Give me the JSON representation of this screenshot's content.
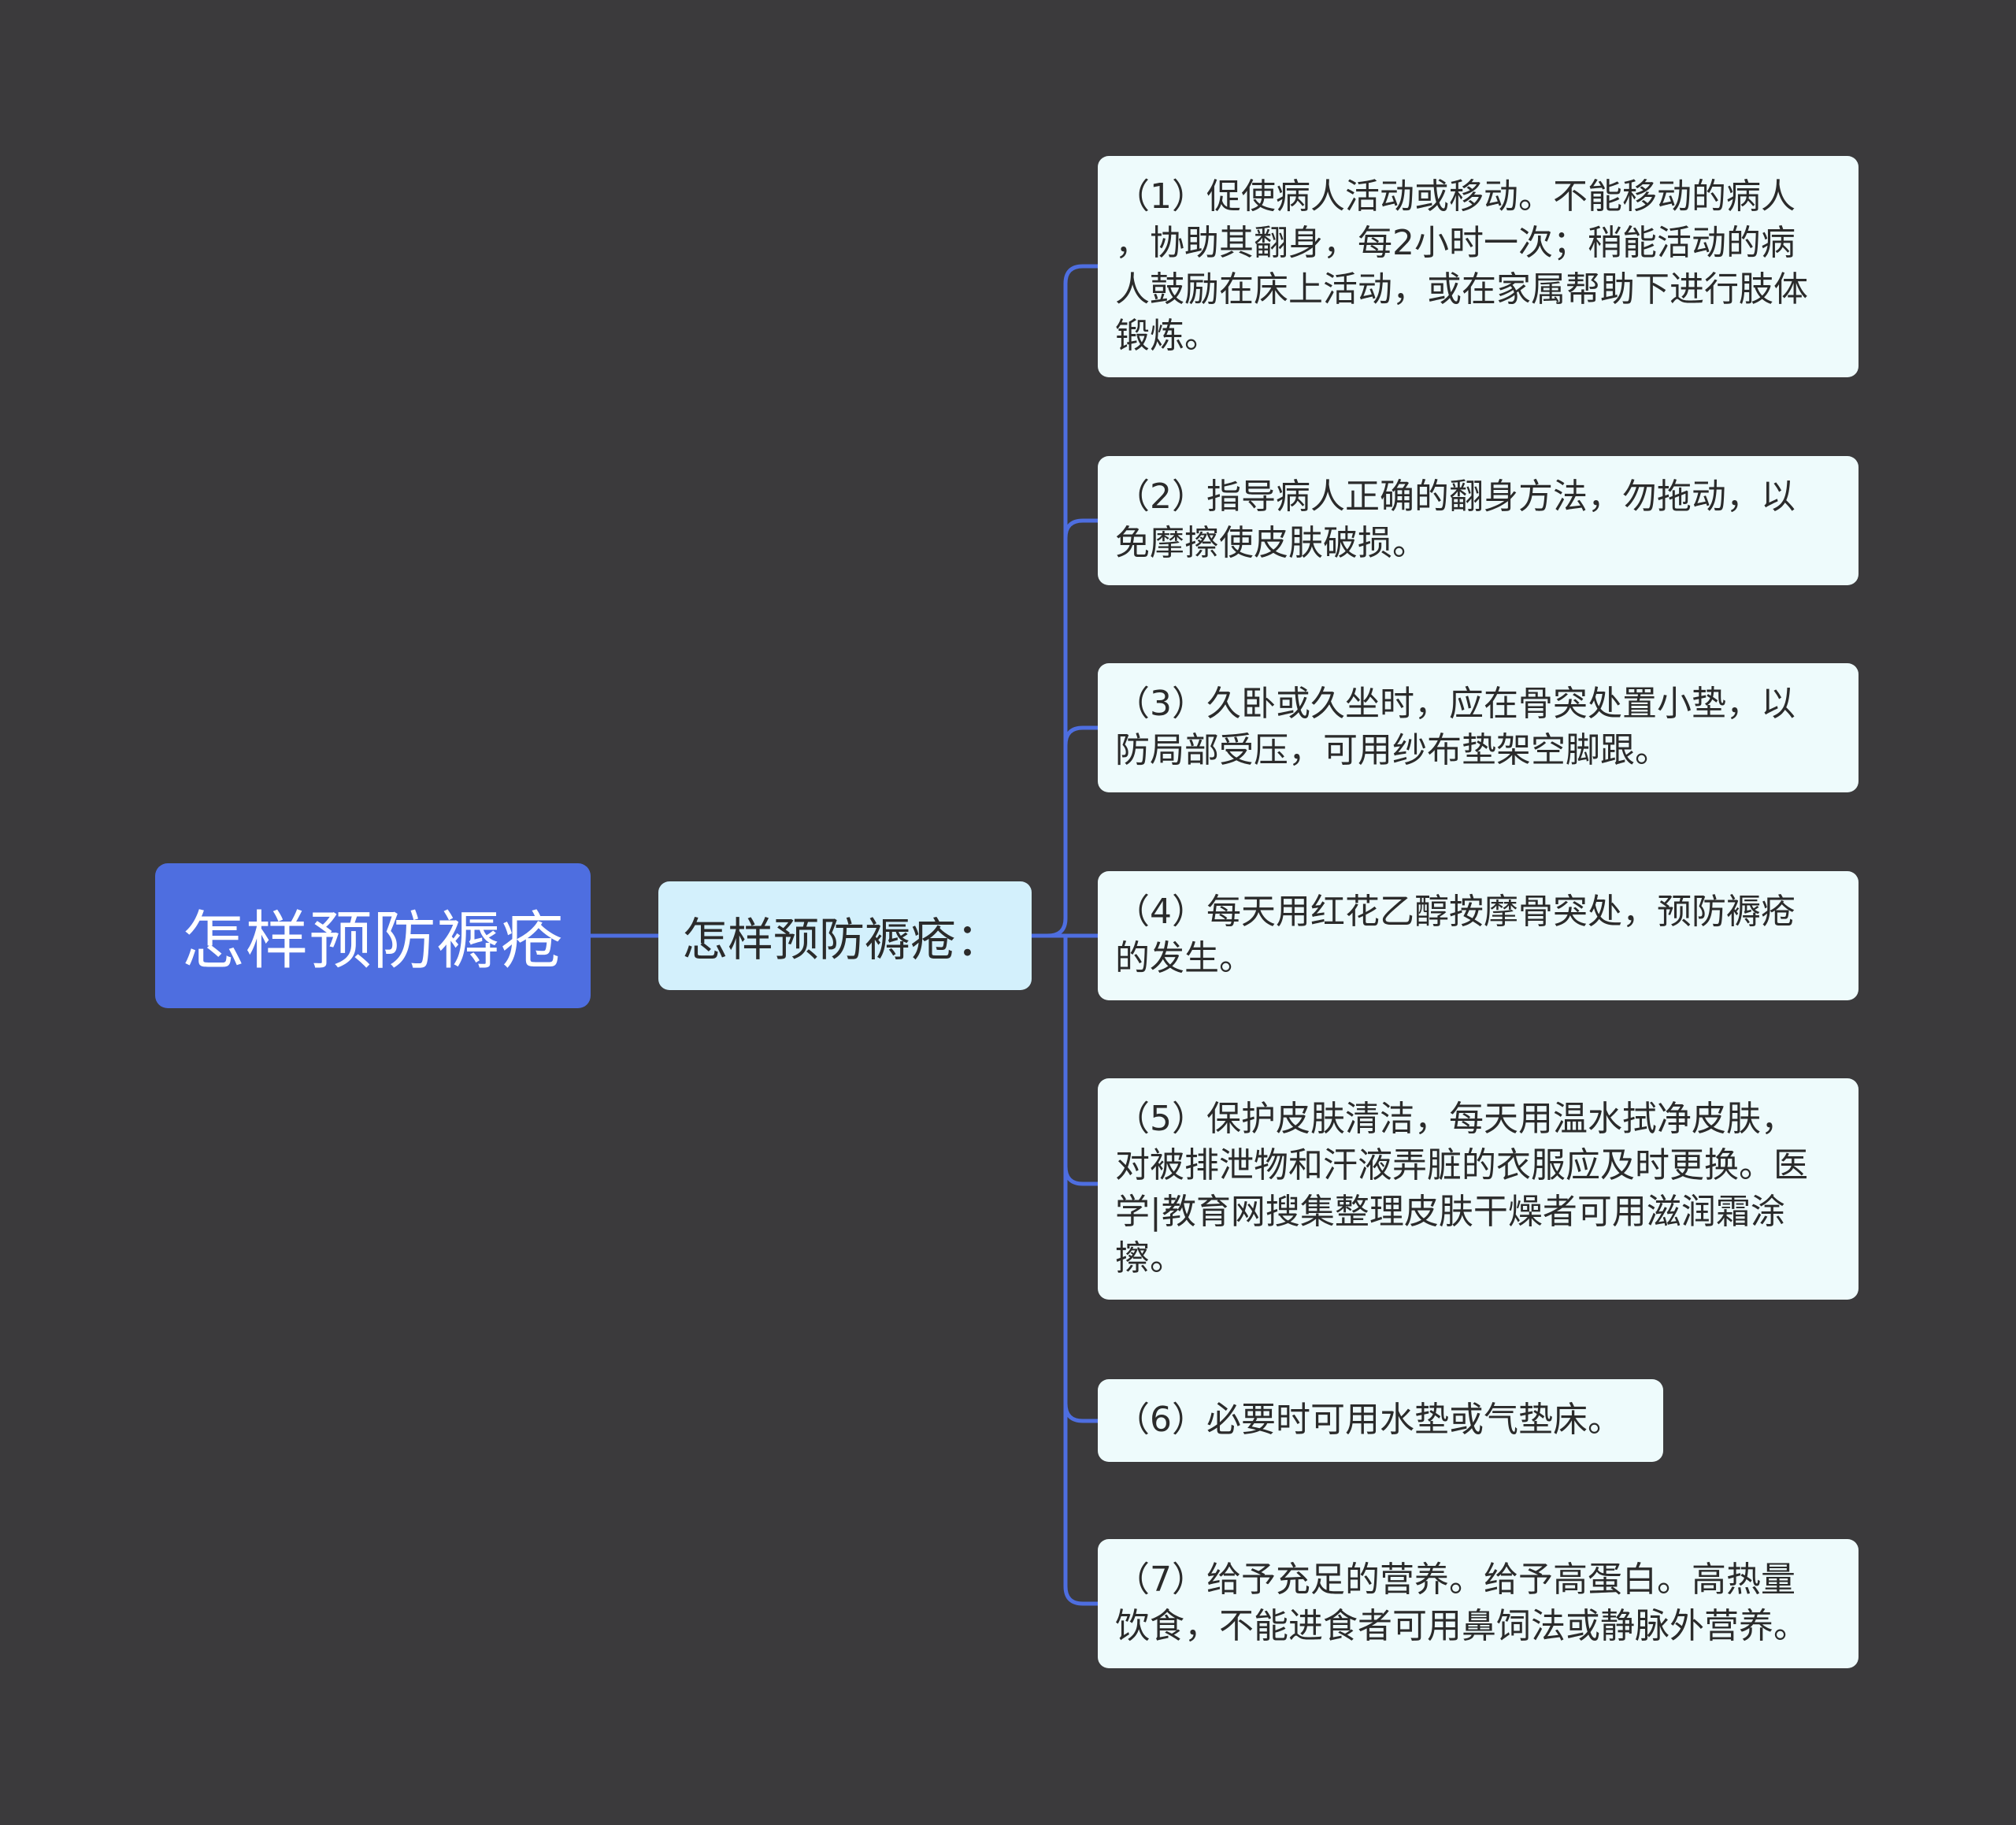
{
  "mindmap": {
    "root": "怎样预防褥疮",
    "branch": "怎样预防褥疮：",
    "items": [
      {
        "text": "（1）促使病人活动或移动。不能移动的病人\n，协助其翻身，每2小时一次；稍能活动的病\n人鼓励在床上活动，或在家属帮助下进行肢体\n锻炼。"
      },
      {
        "text": "（2）指导病人正确的翻身方法，勿拖动，以\n免摩擦使皮肤破损。"
      },
      {
        "text": "（3）久卧或久坐时，应在骨突处置小垫，以\n防局部受压，可用纱布垫架空脚跟。"
      },
      {
        "text": "（4）每天用红花乙醇按摩骨突处，预防褥疮\n的发生。"
      },
      {
        "text": "（5）保护皮肤清洁，每天用温水拭净皮肤，\n对被排泄物和汗液弄脏的衣服应及时更换。医\n学|教育网搜集整理皮肤干燥者可用滋润霜涂\n擦。"
      },
      {
        "text": "（6）必要时可用水垫或气垫床。"
      },
      {
        "text": "（7）给予充足的营养。给予高蛋白。高热量\n饮食，不能进食者可用鼻饲法或静脉外营养。"
      }
    ]
  },
  "colors": {
    "background": "#3b3a3c",
    "root_fill": "#4e6ee0",
    "branch_fill": "#d3f0fc",
    "leaf_fill": "#eefbfc",
    "connector": "#4e6ee0"
  }
}
